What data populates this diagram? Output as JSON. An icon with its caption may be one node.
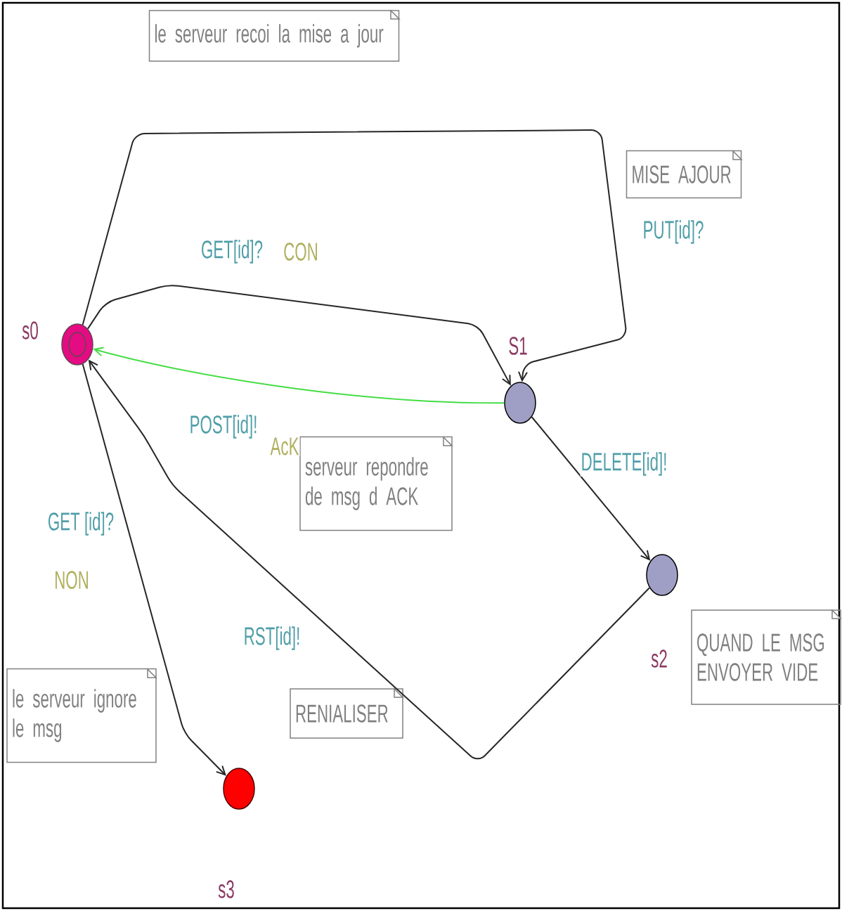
{
  "diagram": {
    "nodes": [
      {
        "text": [
          "le serveur recoi la mise a jour"
        ]
      },
      {
        "text": [
          "MISE AJOUR"
        ]
      },
      {
        "text": [
          "s0"
        ]
      },
      {
        "text": [
          "S1"
        ]
      },
      {
        "text": [
          "serveur repondre de msg d ACK"
        ]
      },
      {
        "text": [
          "s2"
        ]
      },
      {
        "text": [
          "QUAND LE MSG ENVOYER VIDE"
        ]
      },
      {
        "text": [
          "le serveur ignore le msg"
        ]
      },
      {
        "text": [
          "RENIALISER"
        ]
      },
      {
        "text": [
          "s3"
        ]
      }
    ],
    "edges": [
      {
        "from": 2,
        "to": 3,
        "arrow": "to",
        "label": "GET[id]?"
      },
      {
        "from": 2,
        "to": 3,
        "arrow": "to",
        "label": "PUT[id]?"
      },
      {
        "from": 3,
        "to": 2,
        "arrow": "to",
        "label": "POST[id]!",
        "color": "#44dd44"
      },
      {
        "from": 3,
        "to": 5,
        "arrow": "to",
        "label": "DELETE[id]!"
      },
      {
        "from": 5,
        "to": 2,
        "arrow": "to",
        "label": "RST[id]!"
      },
      {
        "from": 2,
        "to": 9,
        "arrow": "to",
        "label": "GET [id]?"
      }
    ],
    "labels": [
      "CON",
      "AcK",
      "NON"
    ]
  }
}
